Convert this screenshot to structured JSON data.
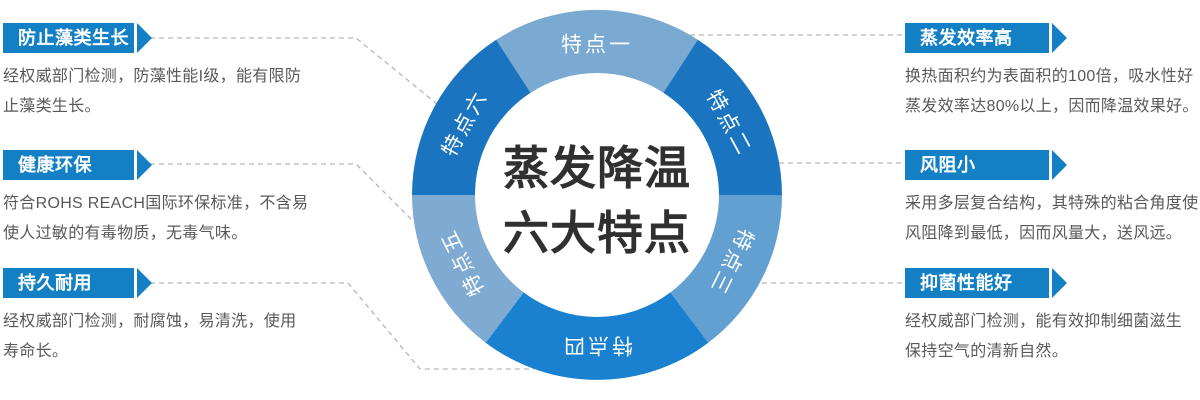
{
  "center_title": {
    "line1": "蒸发降温",
    "line2": "六大特点"
  },
  "donut": {
    "segments": [
      {
        "label": "特点一",
        "color": "#7AAAD2"
      },
      {
        "label": "特点二",
        "color": "#1B74C0"
      },
      {
        "label": "特点三",
        "color": "#63A0D2"
      },
      {
        "label": "特点四",
        "color": "#1A80D0"
      },
      {
        "label": "特点五",
        "color": "#7FABD3"
      },
      {
        "label": "特点六",
        "color": "#1B74C0"
      }
    ]
  },
  "callouts": {
    "left": [
      {
        "title": "防止藻类生长",
        "lines": [
          "经权威部门检测，防藻性能I级，能有限防",
          "止藻类生长。"
        ]
      },
      {
        "title": "健康环保",
        "lines": [
          "符合ROHS REACH国际环保标准，不含易",
          "使人过敏的有毒物质，无毒气味。"
        ]
      },
      {
        "title": "持久耐用",
        "lines": [
          "经权威部门检测，耐腐蚀，易清洗，使用",
          "寿命长。"
        ]
      }
    ],
    "right": [
      {
        "title": "蒸发效率高",
        "lines": [
          "换热面积约为表面积的100倍，吸水性好",
          "蒸发效率达80%以上，因而降温效果好。"
        ]
      },
      {
        "title": "风阻小",
        "lines": [
          "采用多层复合结构，其特殊的粘合角度使",
          "风阻降到最低，因而风量大，送风远。"
        ]
      },
      {
        "title": "抑菌性能好",
        "lines": [
          "经权威部门检测，能有效抑制细菌滋生",
          "保持空气的清新自然。"
        ]
      }
    ]
  },
  "colors": {
    "badge_blue": "#1380C6",
    "segment_label_text": "#FFFFFF",
    "body_text": "#595959",
    "title_text": "#303030",
    "connector_gray": "#B3B7BA"
  }
}
